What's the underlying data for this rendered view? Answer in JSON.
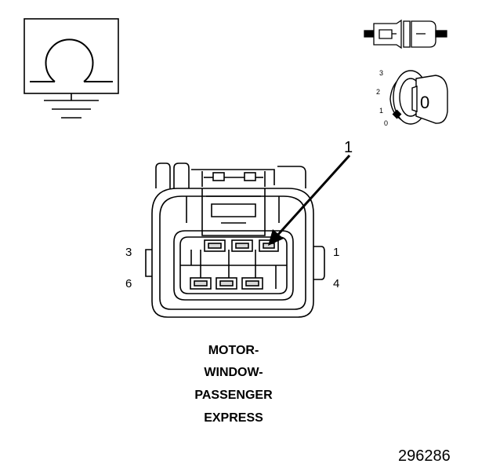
{
  "ohm_symbol": {
    "glyph": "Ω",
    "icon": "ohmmeter-ground-icon"
  },
  "connector_icon": "inline-connector-icon",
  "ignition": {
    "icon": "ignition-key-icon",
    "positions": [
      "3",
      "2",
      "1",
      "0"
    ],
    "key_label": "0"
  },
  "connector": {
    "callout": "1",
    "pins": {
      "top_left": "3",
      "top_right": "1",
      "bottom_left": "6",
      "bottom_right": "4"
    },
    "title_lines": [
      "MOTOR-",
      "WINDOW-",
      "PASSENGER",
      "EXPRESS"
    ]
  },
  "figure_number": "296286",
  "colors": {
    "line": "#000000",
    "background": "#ffffff",
    "shade": "#d9d9d9"
  }
}
